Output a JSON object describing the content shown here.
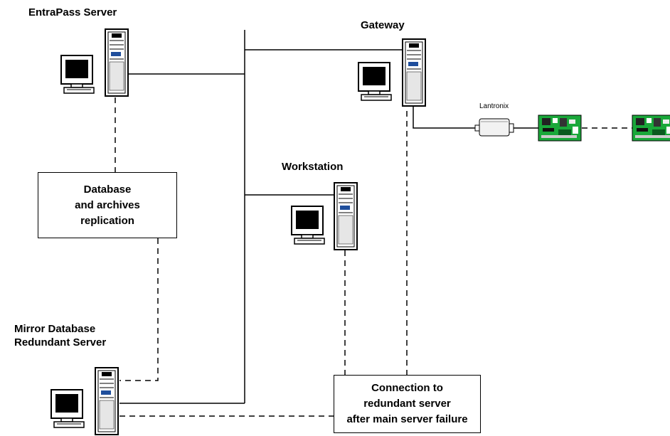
{
  "nodes": {
    "entrapass_server": "EntraPass Server",
    "gateway": "Gateway",
    "workstation": "Workstation",
    "mirror_line1": "Mirror Database",
    "mirror_line2": "Redundant Server",
    "lantronix": "Lantronix"
  },
  "boxes": {
    "replication": [
      "Database",
      "and archives",
      "replication"
    ],
    "failover": [
      "Connection to",
      "redundant server",
      "after main server failure"
    ]
  },
  "colors": {
    "line": "#000000",
    "board_green": "#1aa83a",
    "computer_face": "#ffffff",
    "screen_dark": "#000000",
    "drive_blue": "#1f4e9c"
  }
}
